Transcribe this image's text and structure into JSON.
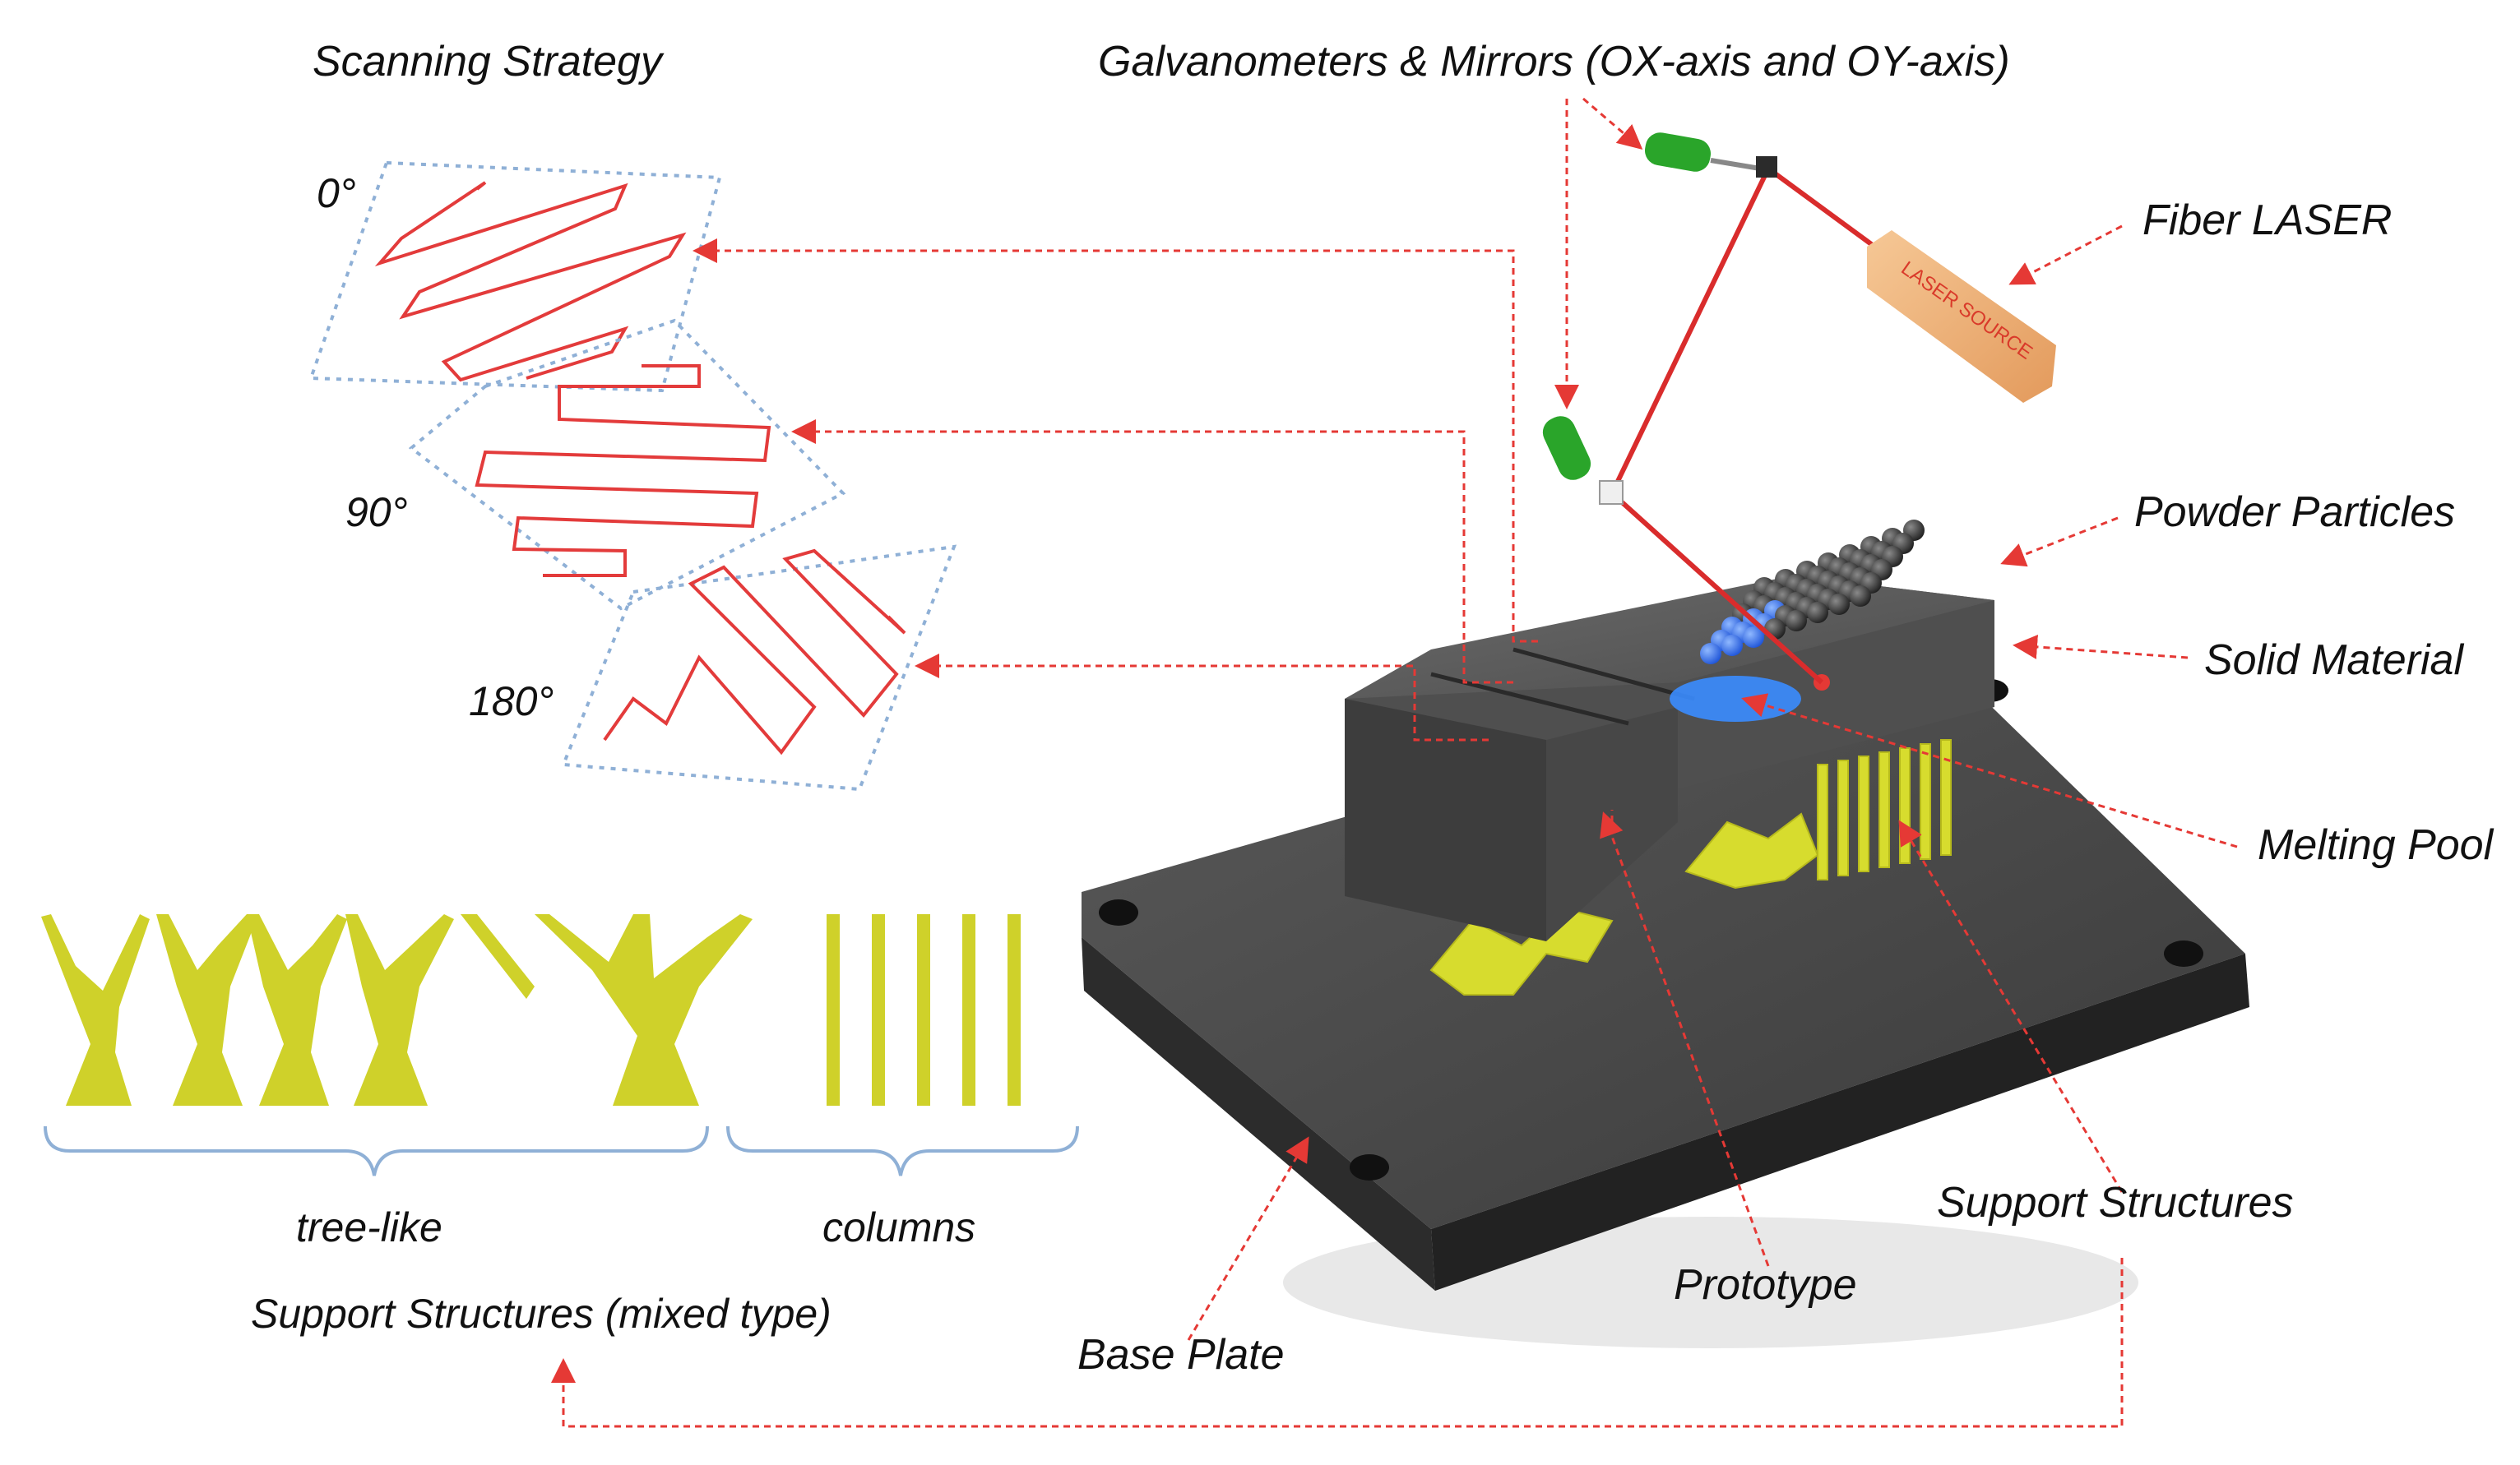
{
  "labels": {
    "scanning_strategy": "Scanning Strategy",
    "galvanometers": "Galvanometers & Mirrors (OX-axis and OY-axis)",
    "fiber_laser": "Fiber LASER",
    "laser_source_text": "LASER SOURCE",
    "powder_particles": "Powder Particles",
    "solid_material": "Solid Material",
    "melting_pool": "Melting Pool",
    "support_structures": "Support Structures",
    "prototype": "Prototype",
    "base_plate": "Base Plate",
    "tree_like": "tree-like",
    "columns": "columns",
    "support_mixed": "Support Structures (mixed type)",
    "angle_0": "0°",
    "angle_90": "90°",
    "angle_180": "180°"
  },
  "colors": {
    "annotation_red": "#e53935",
    "scan_path_red": "#e33b3b",
    "scan_frame_blue": "#8fb0d6",
    "brace_blue": "#8fb0d6",
    "support_yellow": "#cfd12a",
    "plate_dark": "#3a3a3a",
    "prototype_gray": "#555555",
    "powder_dark": "#2c2c2c",
    "powder_blue": "#2f6ff0",
    "melt_pool_blue": "#3a8cff",
    "galvo_green": "#2aa52a",
    "laser_source_orange": "#f0b07a"
  }
}
